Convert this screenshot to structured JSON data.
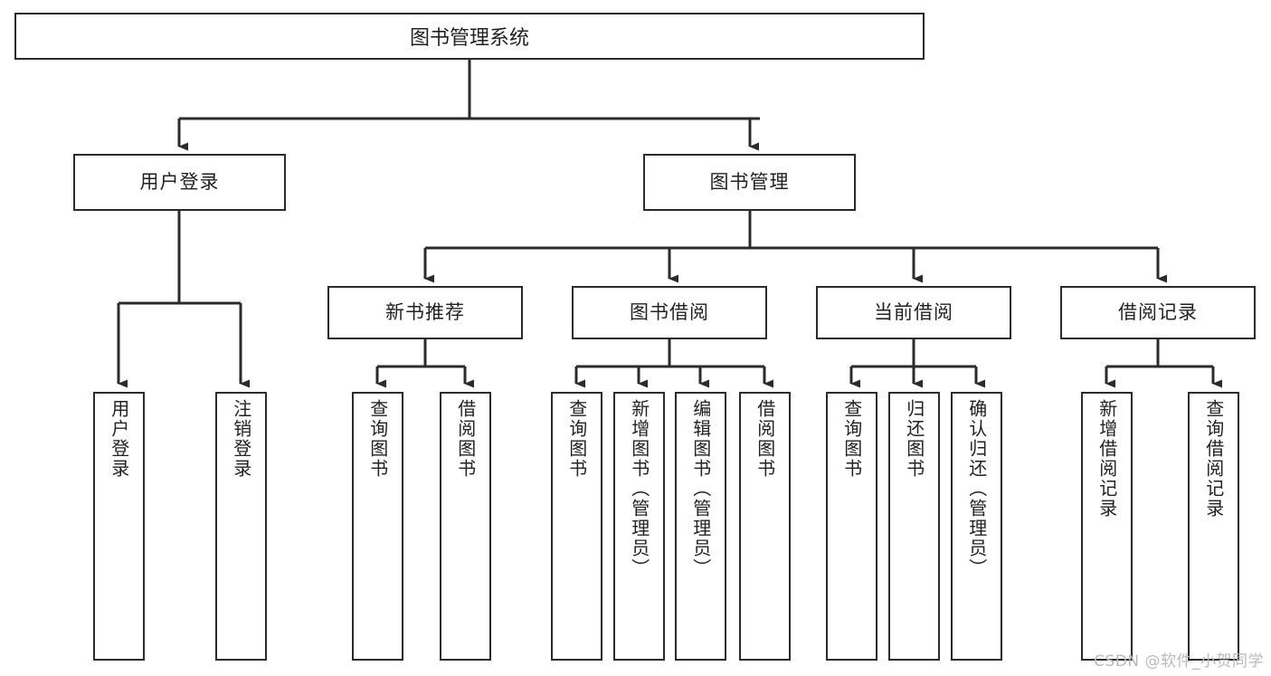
{
  "diagram": {
    "title": "图书管理系统",
    "type": "tree",
    "watermark": "CSDN @软件_小贺同学",
    "colors": {
      "box_border": "#2b2b2b",
      "box_fill": "#ffffff",
      "line": "#2b2b2b",
      "text": "#222222",
      "watermark": "#b9b9b9",
      "background": "#ffffff"
    },
    "nodes": {
      "root": {
        "label": "图书管理系统",
        "level": 1
      },
      "level2": [
        {
          "id": "user-login",
          "label": "用户登录"
        },
        {
          "id": "book-manage",
          "label": "图书管理"
        }
      ],
      "level3": [
        {
          "id": "new-book-recommend",
          "label": "新书推荐",
          "parent": "book-manage"
        },
        {
          "id": "book-borrow",
          "label": "图书借阅",
          "parent": "book-manage"
        },
        {
          "id": "current-borrow",
          "label": "当前借阅",
          "parent": "book-manage"
        },
        {
          "id": "borrow-record",
          "label": "借阅记录",
          "parent": "book-manage"
        }
      ],
      "leaves": [
        {
          "id": "leaf-user-login",
          "label": "用户登录",
          "parent": "user-login"
        },
        {
          "id": "leaf-user-logout",
          "label": "注销登录",
          "parent": "user-login"
        },
        {
          "id": "leaf-query-book-1",
          "label": "查询图书",
          "parent": "new-book-recommend"
        },
        {
          "id": "leaf-borrow-book-1",
          "label": "借阅图书",
          "parent": "new-book-recommend"
        },
        {
          "id": "leaf-query-book-2",
          "label": "查询图书",
          "parent": "book-borrow"
        },
        {
          "id": "leaf-add-book",
          "label": "新增图书（管理员）",
          "parent": "book-borrow"
        },
        {
          "id": "leaf-edit-book",
          "label": "编辑图书（管理员）",
          "parent": "book-borrow"
        },
        {
          "id": "leaf-borrow-book-2",
          "label": "借阅图书",
          "parent": "book-borrow"
        },
        {
          "id": "leaf-query-book-3",
          "label": "查询图书",
          "parent": "current-borrow"
        },
        {
          "id": "leaf-return-book",
          "label": "归还图书",
          "parent": "current-borrow"
        },
        {
          "id": "leaf-confirm-return",
          "label": "确认归还（管理员）",
          "parent": "current-borrow"
        },
        {
          "id": "leaf-add-record",
          "label": "新增借阅记录",
          "parent": "borrow-record"
        },
        {
          "id": "leaf-query-record",
          "label": "查询借阅记录",
          "parent": "borrow-record"
        }
      ]
    }
  }
}
